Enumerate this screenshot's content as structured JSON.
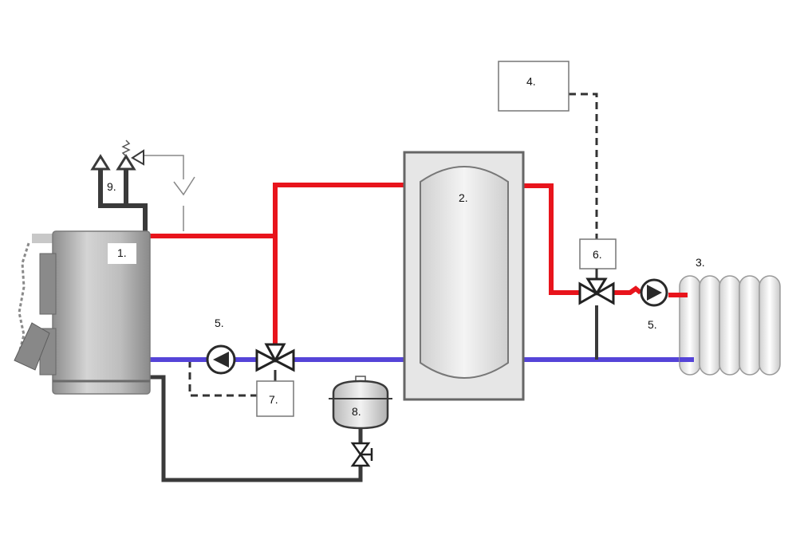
{
  "labels": {
    "boiler": "1.",
    "buffer_tank": "2.",
    "radiator": "3.",
    "controller": "4.",
    "pump_left": "5.",
    "pump_right": "5.",
    "mixing_valve_actuator": "6.",
    "thermostatic_valve_actuator": "7.",
    "expansion_vessel": "8.",
    "safety_group": "9."
  },
  "colors": {
    "supply_pipe": "#e8141c",
    "return_pipe": "#5544d8",
    "neutral_pipe": "#3a3a3a",
    "signal_line": "#333333",
    "equipment_gray": "#9a9a9a",
    "box_border": "#777777"
  },
  "icons": [
    "pump-icon",
    "three-way-valve-icon",
    "shutoff-valve-icon",
    "air-vent-icon",
    "safety-valve-icon",
    "radiator-icon",
    "boiler-icon",
    "tank-icon",
    "expansion-vessel-icon"
  ]
}
